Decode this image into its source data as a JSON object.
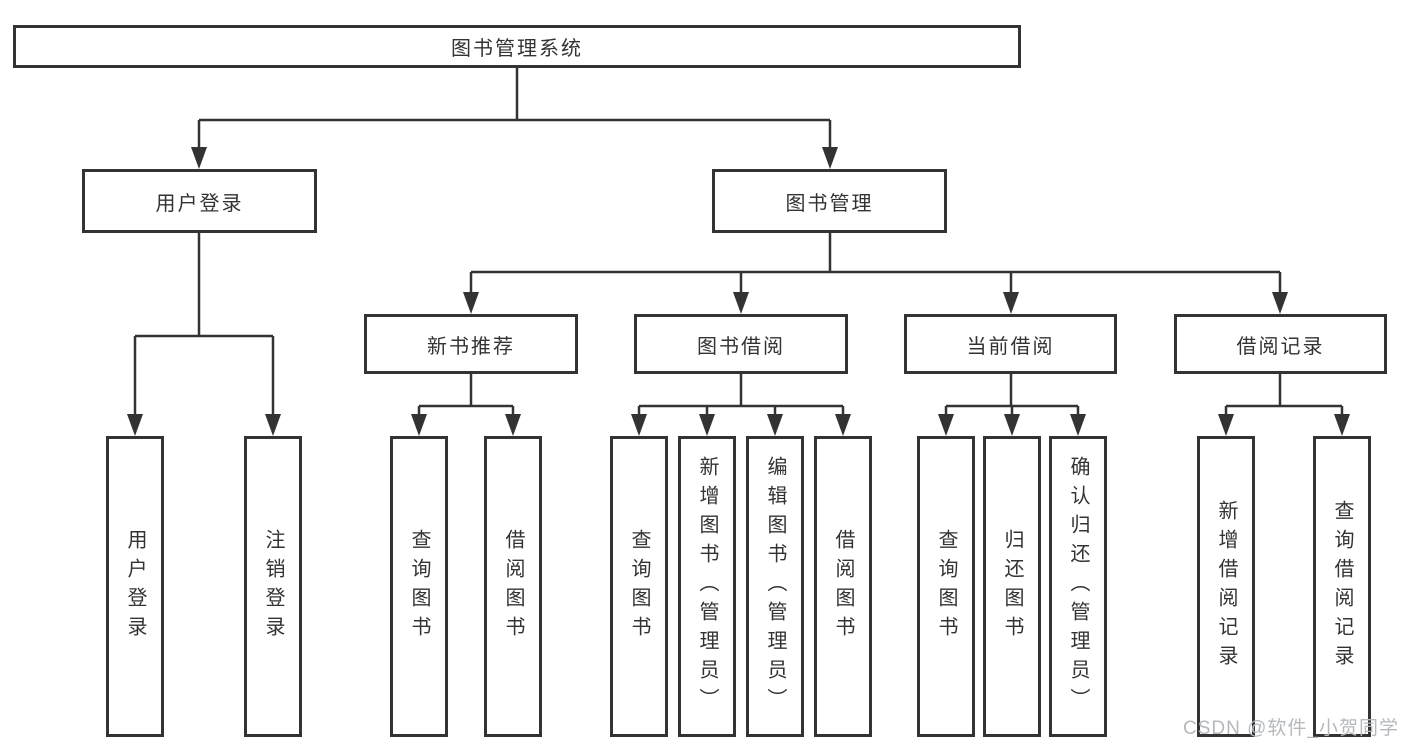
{
  "page": {
    "background": "#ffffff",
    "line_color": "#333333",
    "text_color": "#333333",
    "watermark_color": "#b5b9bd"
  },
  "tree": {
    "label": "图书管理系统",
    "children": [
      {
        "label": "用户登录",
        "children": [
          {
            "label": "用户登录"
          },
          {
            "label": "注销登录"
          }
        ]
      },
      {
        "label": "图书管理",
        "children": [
          {
            "label": "新书推荐",
            "children": [
              {
                "label": "查询图书"
              },
              {
                "label": "借阅图书"
              }
            ]
          },
          {
            "label": "图书借阅",
            "children": [
              {
                "label": "查询图书"
              },
              {
                "label": "新增图书（管理员）"
              },
              {
                "label": "编辑图书（管理员）"
              },
              {
                "label": "借阅图书"
              }
            ]
          },
          {
            "label": "当前借阅",
            "children": [
              {
                "label": "查询图书"
              },
              {
                "label": "归还图书"
              },
              {
                "label": "确认归还（管理员）"
              }
            ]
          },
          {
            "label": "借阅记录",
            "children": [
              {
                "label": "新增借阅记录"
              },
              {
                "label": "查询借阅记录"
              }
            ]
          }
        ]
      }
    ]
  },
  "watermark": {
    "text": "CSDN @软件_小贺同学"
  }
}
